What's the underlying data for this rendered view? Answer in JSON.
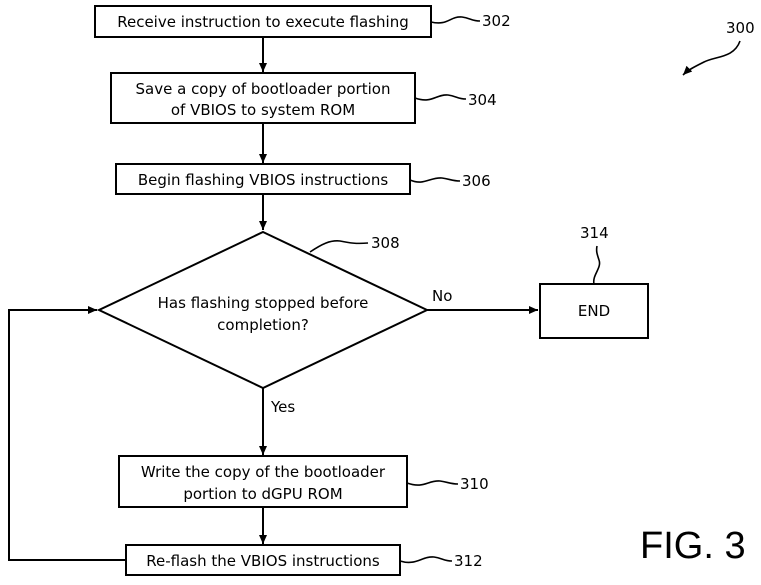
{
  "figure": {
    "number_ref": "300",
    "caption": "FIG. 3"
  },
  "steps": {
    "s302": {
      "text": "Receive instruction to execute flashing",
      "ref": "302"
    },
    "s304": {
      "line1": "Save a copy of bootloader portion",
      "line2": "of VBIOS to system ROM",
      "ref": "304"
    },
    "s306": {
      "text": "Begin flashing VBIOS instructions",
      "ref": "306"
    },
    "s308": {
      "line1": "Has flashing stopped before",
      "line2": "completion?",
      "ref": "308",
      "no_label": "No",
      "yes_label": "Yes"
    },
    "s310": {
      "line1": "Write the copy of the bootloader",
      "line2": "portion to dGPU ROM",
      "ref": "310"
    },
    "s312": {
      "text": "Re-flash the VBIOS instructions",
      "ref": "312"
    },
    "s314": {
      "text": "END",
      "ref": "314"
    }
  }
}
